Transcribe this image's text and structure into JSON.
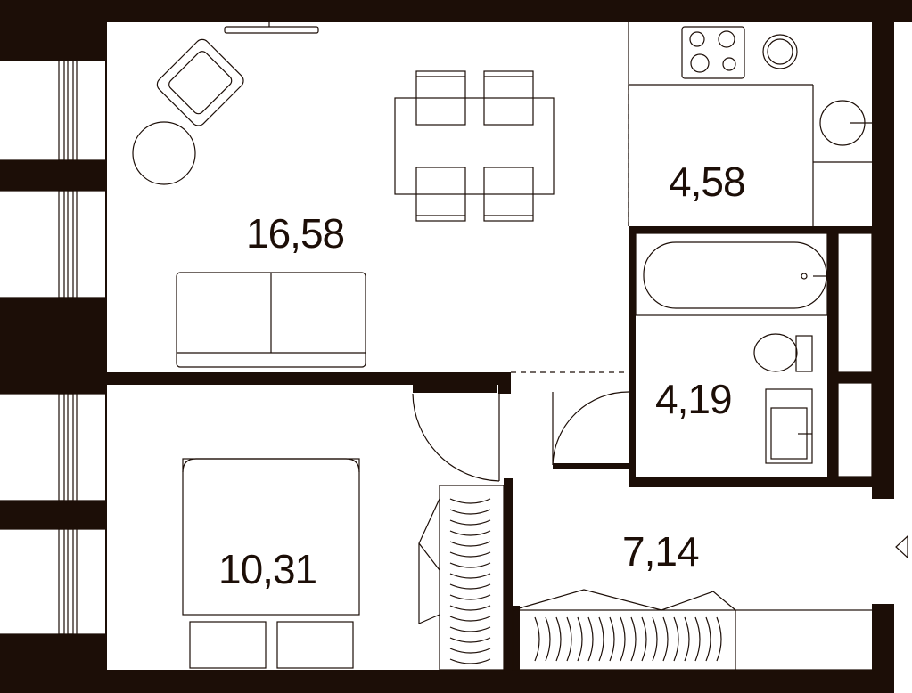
{
  "rooms": [
    {
      "name": "living-room",
      "area": "16,58"
    },
    {
      "name": "kitchen",
      "area": "4,58"
    },
    {
      "name": "bathroom",
      "area": "4,19"
    },
    {
      "name": "bedroom",
      "area": "10,31"
    },
    {
      "name": "hallway",
      "area": "7,14"
    }
  ],
  "colors": {
    "walls": "#1c0e07",
    "floor": "#ffffff"
  },
  "icons": [
    "tv-icon",
    "armchair-icon",
    "round-table-icon",
    "dining-table-icon",
    "chair-icon",
    "sofa-icon",
    "stove-icon",
    "sink-icon",
    "bathtub-icon",
    "toilet-icon",
    "washbasin-icon",
    "bed-icon",
    "wardrobe-icon",
    "door-icon",
    "window-icon",
    "entrance-arrow-icon"
  ]
}
